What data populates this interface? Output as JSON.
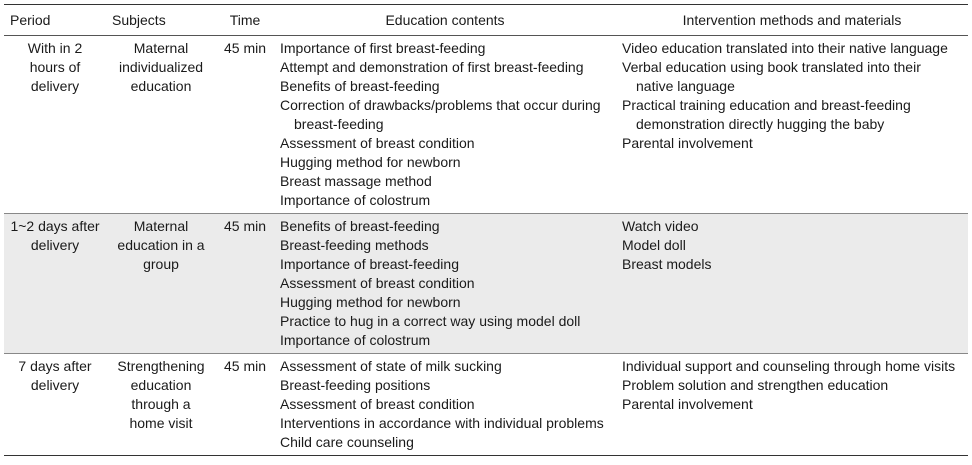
{
  "table": {
    "headers": {
      "period": "Period",
      "subjects": "Subjects",
      "time": "Time",
      "contents": "Education contents",
      "methods": "Intervention methods and materials"
    },
    "rows": [
      {
        "period": "With in 2 hours of delivery",
        "subjects": "Maternal individualized education",
        "time": "45 min",
        "contents": [
          "Importance of first breast-feeding",
          "Attempt and demonstration of first breast-feeding",
          "Benefits of breast-feeding",
          "Correction of drawbacks/problems that occur during breast-feeding",
          "Assessment of breast condition",
          "Hugging method for newborn",
          "Breast massage method",
          "Importance of colostrum"
        ],
        "methods": [
          "Video education translated into their native language",
          "Verbal education using book translated into their native language",
          "Practical training education and breast-feeding demonstration directly hugging the baby",
          "Parental involvement"
        ]
      },
      {
        "period": "1~2 days after delivery",
        "subjects": "Maternal education in a group",
        "time": "45 min",
        "contents": [
          "Benefits of breast-feeding",
          "Breast-feeding methods",
          "Importance of breast-feeding",
          "Assessment of breast condition",
          "Hugging method for newborn",
          "Practice to hug in a correct way using model doll",
          "Importance of colostrum"
        ],
        "methods": [
          "Watch video",
          "Model doll",
          "Breast models"
        ]
      },
      {
        "period": "7 days after delivery",
        "subjects": "Strengthening education through a home visit",
        "time": "45 min",
        "contents": [
          "Assessment of state of milk sucking",
          "Breast-feeding positions",
          "Assessment of breast condition",
          "Interventions in accordance with individual problems",
          "Child care counseling"
        ],
        "methods": [
          "Individual support and counseling through home visits",
          "Problem solution and strengthen education",
          "Parental involvement"
        ]
      }
    ]
  }
}
